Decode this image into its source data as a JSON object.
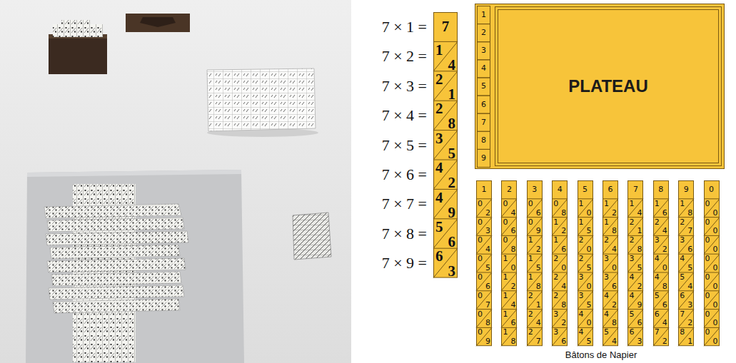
{
  "diagram": {
    "caption": "Bâtons de Napier",
    "nodes": [
      {
        "text": [
          "7",
          "1",
          "4",
          "2",
          "1",
          "2",
          "8",
          "3",
          "5",
          "4",
          "2",
          "4",
          "9",
          "5",
          "6",
          "6",
          "3"
        ]
      },
      {
        "text": [
          "1",
          "2",
          "3",
          "4",
          "5",
          "6",
          "7",
          "8",
          "9"
        ]
      },
      {
        "text": [
          "PLATEAU"
        ],
        "in": 1
      },
      {
        "text": [
          "1",
          "0",
          "2",
          "0",
          "3",
          "0",
          "4",
          "0",
          "5",
          "0",
          "6",
          "0",
          "7",
          "0",
          "8",
          "0",
          "9"
        ]
      },
      {
        "text": [
          "2",
          "0",
          "4",
          "0",
          "6",
          "0",
          "8",
          "1",
          "0",
          "1",
          "2",
          "1",
          "4",
          "1",
          "6",
          "1",
          "8"
        ]
      },
      {
        "text": [
          "3",
          "0",
          "6",
          "0",
          "9",
          "1",
          "2",
          "1",
          "5",
          "1",
          "8",
          "2",
          "1",
          "2",
          "4",
          "2",
          "7"
        ]
      },
      {
        "text": [
          "4",
          "0",
          "8",
          "1",
          "2",
          "1",
          "6",
          "2",
          "0",
          "2",
          "4",
          "2",
          "8",
          "3",
          "2",
          "3",
          "6"
        ]
      },
      {
        "text": [
          "5",
          "1",
          "0",
          "1",
          "5",
          "2",
          "0",
          "2",
          "5",
          "3",
          "0",
          "3",
          "5",
          "4",
          "0",
          "4",
          "5"
        ]
      },
      {
        "text": [
          "6",
          "1",
          "2",
          "1",
          "8",
          "2",
          "4",
          "3",
          "0",
          "3",
          "6",
          "4",
          "2",
          "4",
          "8",
          "5",
          "4"
        ]
      },
      {
        "text": [
          "7",
          "1",
          "4",
          "2",
          "1",
          "2",
          "8",
          "3",
          "5",
          "4",
          "2",
          "4",
          "9",
          "5",
          "6",
          "6",
          "3"
        ]
      },
      {
        "text": [
          "8",
          "1",
          "6",
          "2",
          "4",
          "3",
          "2",
          "4",
          "0",
          "4",
          "8",
          "5",
          "6",
          "6",
          "4",
          "7",
          "2"
        ]
      },
      {
        "text": [
          "9",
          "1",
          "8",
          "2",
          "7",
          "3",
          "6",
          "4",
          "5",
          "5",
          "4",
          "6",
          "3",
          "7",
          "2",
          "8",
          "1"
        ]
      },
      {
        "text": [
          "0",
          "0",
          "0",
          "0",
          "0",
          "0",
          "0",
          "0",
          "0",
          "0",
          "0",
          "0",
          "0",
          "0",
          "0",
          "0",
          "0"
        ]
      }
    ],
    "labels": [
      "7 × 1 =",
      "7 × 2 =",
      "7 × 3 =",
      "7 × 4 =",
      "7 × 5 =",
      "7 × 6 =",
      "7 × 7 =",
      "7 × 8 =",
      "7 × 9 ="
    ]
  }
}
